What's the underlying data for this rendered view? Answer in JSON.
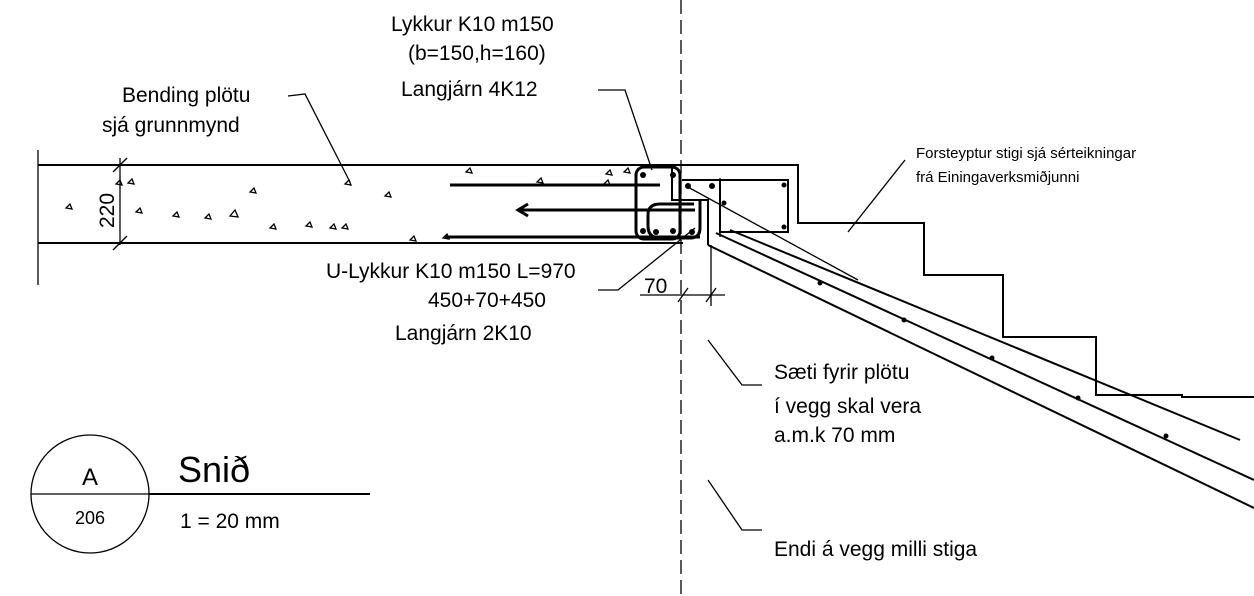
{
  "labels": {
    "stirrup": [
      "Lykkur K10 m150",
      "(b=150,h=160)",
      "Langjárn  4K12"
    ],
    "slab_bending": [
      "Bending plötu",
      "sjá grunnmynd"
    ],
    "precast_stair": [
      "Forsteyptur stigi sjá sérteikningar",
      "frá Einingaverksmiðjunni"
    ],
    "u_stirrup": [
      "U-Lykkur K10 m150 L=970",
      "450+70+450",
      "Langjárn  2K10"
    ],
    "seat_note": [
      "Sæti fyrir plötu",
      "í vegg skal vera",
      "a.m.k 70 mm"
    ],
    "wall_end": "Endi á vegg milli stiga"
  },
  "dimensions": {
    "slab_thickness": "220",
    "seat_width": "70"
  },
  "section_marker": {
    "letter": "A",
    "sheet": "206",
    "title": "Snið",
    "scale": "1 = 20 mm"
  }
}
